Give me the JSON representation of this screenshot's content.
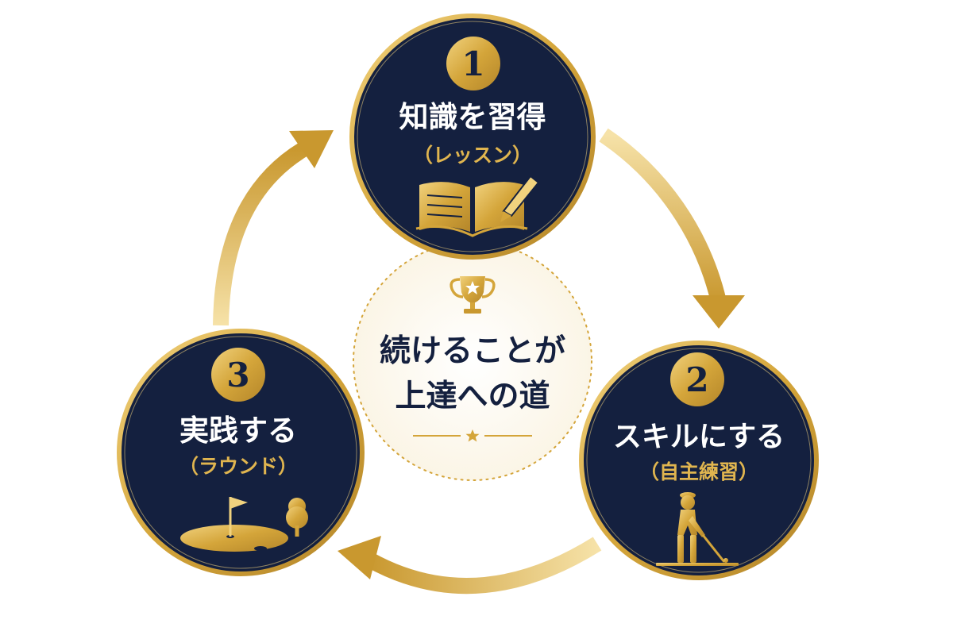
{
  "colors": {
    "navy": "#14203f",
    "gold": "#d4a53a",
    "gold_light": "#f1d27e",
    "gold_dark": "#b4862a",
    "background": "#ffffff"
  },
  "cycle": {
    "steps": [
      {
        "number": "1",
        "title": "知識を習得",
        "subtitle": "（レッスン）",
        "icon": "open-book-pencil-icon"
      },
      {
        "number": "2",
        "title": "スキルにする",
        "subtitle": "（自主練習）",
        "icon": "golfer-silhouette-icon"
      },
      {
        "number": "3",
        "title": "実践する",
        "subtitle": "（ラウンド）",
        "icon": "golf-green-flag-icon"
      }
    ],
    "arrows": [
      "arrow-step1-to-step2",
      "arrow-step2-to-step3",
      "arrow-step3-to-step1"
    ]
  },
  "center": {
    "icon": "trophy-icon",
    "line1": "続けることが",
    "line2": "上達への道",
    "ornament_icon": "star-icon"
  }
}
